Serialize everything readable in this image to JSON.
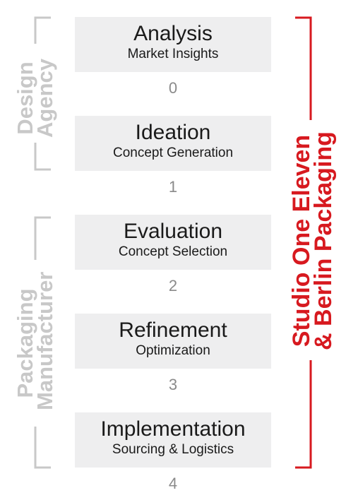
{
  "steps": [
    {
      "title": "Analysis",
      "subtitle": "Market Insights",
      "number": "0"
    },
    {
      "title": "Ideation",
      "subtitle": "Concept Generation",
      "number": "1"
    },
    {
      "title": "Evaluation",
      "subtitle": "Concept Selection",
      "number": "2"
    },
    {
      "title": "Refinement",
      "subtitle": "Optimization",
      "number": "3"
    },
    {
      "title": "Implementation",
      "subtitle": "Sourcing & Logistics",
      "number": "4"
    }
  ],
  "groups": {
    "design_agency": {
      "line1": "Design",
      "line2": "Agency"
    },
    "packaging_manufacturer": {
      "line1": "Packaging",
      "line2": "Manufacturer"
    },
    "partner": {
      "line1": "Studio One Eleven",
      "line2": "& Berlin Packaging"
    }
  },
  "colors": {
    "box": "#eeeeef",
    "grey": "#c8c8c8",
    "red": "#d7191f"
  }
}
